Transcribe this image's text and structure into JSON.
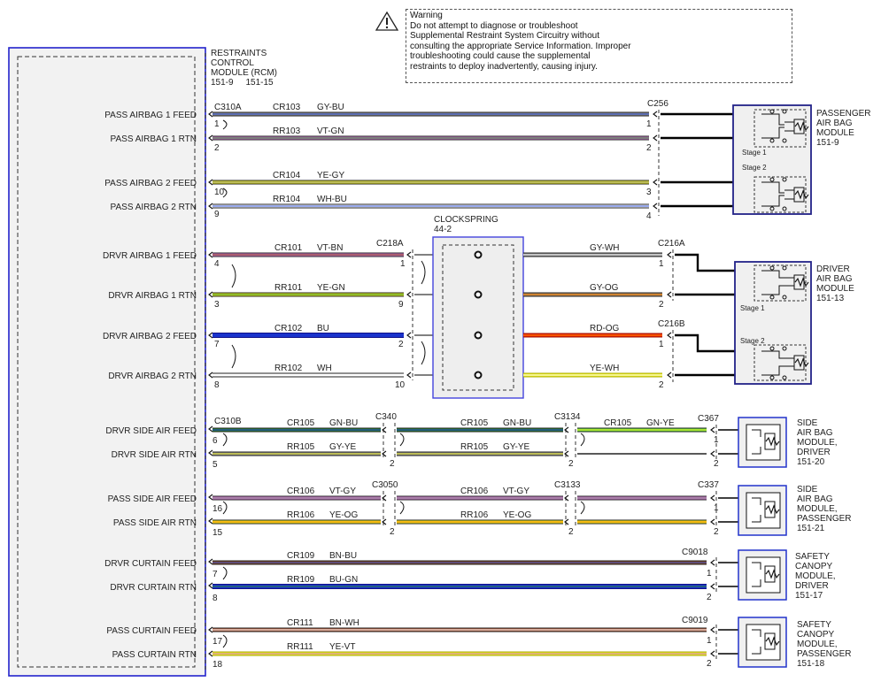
{
  "warning": {
    "title": "Warning",
    "lines": [
      "Do not attempt to diagnose or troubleshoot",
      "Supplemental Restraint System Circuitry without",
      "consulting the appropriate Service Information. Improper",
      "troubleshooting could cause the supplemental",
      "restraints to deploy inadvertently, causing injury."
    ]
  },
  "rcm": {
    "lines": [
      "RESTRAINTS",
      "CONTROL",
      "MODULE (RCM)",
      "151-9     151-15"
    ]
  },
  "rcm_pins": [
    "PASS AIRBAG 1 FEED",
    "PASS AIRBAG 1 RTN",
    "PASS AIRBAG 2 FEED",
    "PASS AIRBAG 2 RTN",
    "DRVR AIRBAG 1 FEED",
    "DRVR AIRBAG 1 RTN",
    "DRVR AIRBAG 2 FEED",
    "DRVR AIRBAG 2 RTN",
    "DRVR SIDE AIR FEED",
    "DRVR SIDE AIR RTN",
    "PASS SIDE AIR FEED",
    "PASS SIDE AIR RTN",
    "DRVR CURTAIN FEED",
    "DRVR CURTAIN RTN",
    "PASS CURTAIN FEED",
    "PASS CURTAIN RTN"
  ],
  "connectors": {
    "c310a": "C310A",
    "c310b": "C310B",
    "c256": "C256",
    "c218a": "C218A",
    "c216a": "C216A",
    "c216b": "C216B",
    "c340": "C340",
    "c3134": "C3134",
    "c367": "C367",
    "c3050": "C3050",
    "c3133": "C3133",
    "c337": "C337",
    "c9018": "C9018",
    "c9019": "C9019"
  },
  "pins": {
    "p1": "1",
    "p2": "2",
    "p3": "3",
    "p4": "4",
    "p5": "5",
    "p6": "6",
    "p7": "7",
    "p8": "8",
    "p9": "9",
    "p10": "10",
    "p15": "15",
    "p16": "16",
    "p17": "17",
    "p18": "18"
  },
  "circuits": {
    "cr103": "CR103",
    "rr103": "RR103",
    "cr104": "CR104",
    "rr104": "RR104",
    "cr101": "CR101",
    "rr101": "RR101",
    "cr102": "CR102",
    "rr102": "RR102",
    "cr105": "CR105",
    "rr105": "RR105",
    "cr106": "CR106",
    "rr106": "RR106",
    "cr109": "CR109",
    "rr109": "RR109",
    "cr111": "CR111",
    "rr111": "RR111"
  },
  "wire_colors": {
    "gy_bu": "GY-BU",
    "vt_gn": "VT-GN",
    "ye_gy": "YE-GY",
    "wh_bu": "WH-BU",
    "vt_bn": "VT-BN",
    "ye_gn": "YE-GN",
    "bu": "BU",
    "wh": "WH",
    "gy_wh": "GY-WH",
    "gy_og": "GY-OG",
    "rd_og": "RD-OG",
    "ye_wh": "YE-WH",
    "gn_bu": "GN-BU",
    "gn_ye": "GN-YE",
    "gy_ye": "GY-YE",
    "vt_gy": "VT-GY",
    "ye_og": "YE-OG",
    "bn_bu": "BN-BU",
    "bu_gn": "BU-GN",
    "bn_wh": "BN-WH",
    "ye_vt": "YE-VT"
  },
  "clockspring": {
    "name": "CLOCKSPRING",
    "ref": "44-2"
  },
  "modules": {
    "passenger_airbag": {
      "lines": [
        "PASSENGER",
        "AIR BAG",
        "MODULE",
        "151-9"
      ],
      "stage1": "Stage 1",
      "stage2": "Stage 2"
    },
    "driver_airbag": {
      "lines": [
        "DRIVER",
        "AIR BAG",
        "MODULE",
        "151-13"
      ],
      "stage1": "Stage 1",
      "stage2": "Stage 2"
    },
    "side_driver": {
      "lines": [
        "SIDE",
        "AIR BAG",
        "MODULE,",
        "DRIVER",
        "151-20"
      ]
    },
    "side_passenger": {
      "lines": [
        "SIDE",
        "AIR BAG",
        "MODULE,",
        "PASSENGER",
        "151-21"
      ]
    },
    "canopy_driver": {
      "lines": [
        "SAFETY",
        "CANOPY",
        "MODULE,",
        "DRIVER",
        "151-17"
      ]
    },
    "canopy_passenger": {
      "lines": [
        "SAFETY",
        "CANOPY",
        "MODULE,",
        "PASSENGER",
        "151-18"
      ]
    }
  },
  "colors": {
    "module_border": "#1a1acc",
    "GY": "#8a8a8a",
    "BU": "#1a33cc",
    "VT": "#cc66cc",
    "GN": "#2e8b2e",
    "YE": "#eeee22",
    "WH": "#ffffff",
    "BN": "#8b4513",
    "RD": "#ee2200",
    "OG": "#ff8800"
  }
}
